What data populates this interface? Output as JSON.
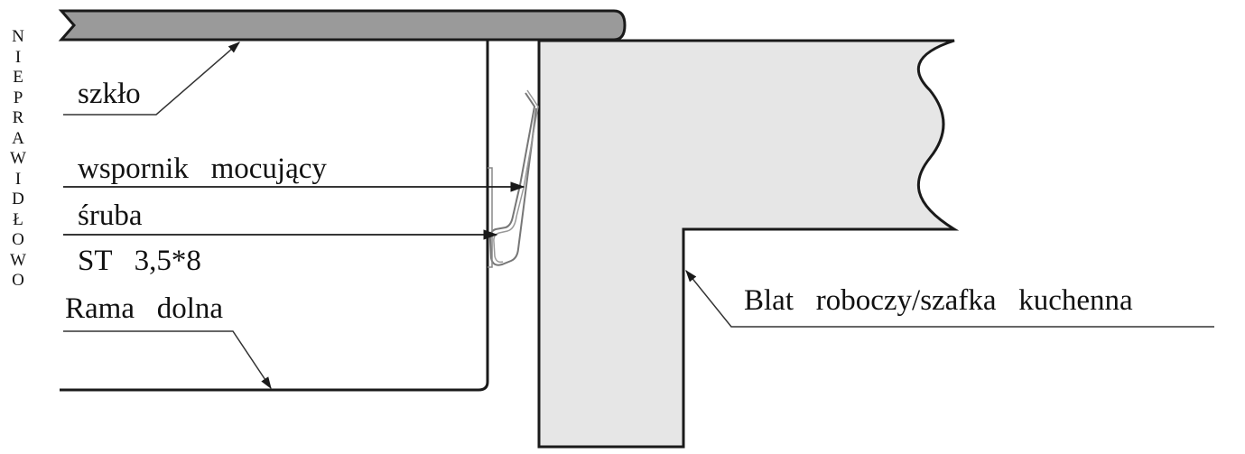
{
  "side_label": "NIEPRAWIDŁOWO",
  "labels": {
    "glass": "szkło",
    "bracket": "wspornik   mocujący",
    "screw": "śruba",
    "screw_spec": "ST   3,5*8",
    "lower_frame": "Rama   dolna",
    "countertop": "Blat   roboczy/szafka   kuchenna"
  },
  "colors": {
    "line": "#1a1a1a",
    "glass_fill": "#9a9a9a",
    "countertop_fill": "#e6e6e6",
    "background": "#ffffff"
  }
}
